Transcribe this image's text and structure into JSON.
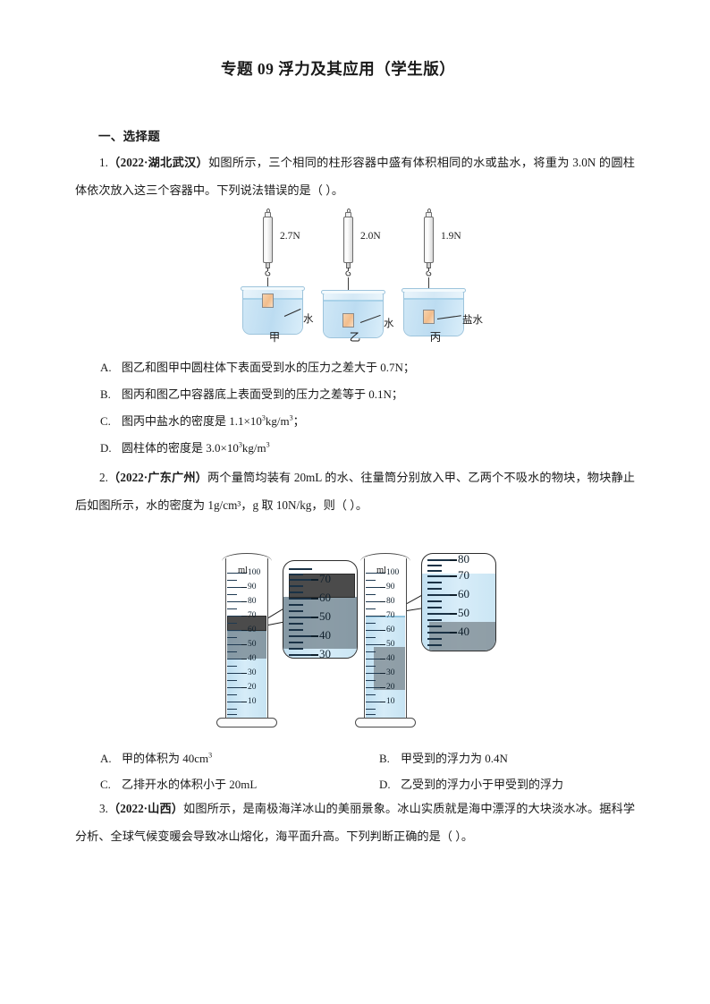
{
  "document": {
    "title": "专题 09   浮力及其应用（学生版）"
  },
  "sections": [
    {
      "heading": "一、选择题"
    }
  ],
  "questions": [
    {
      "number": "1",
      "source": "（2022·湖北武汉）",
      "prefix": "1.",
      "body": "如图所示，三个相同的柱形容器中盛有体积相同的水或盐水，将重为 3.0N 的圆柱体依次放入这三个容器中。下列说法错误的是（      ）。",
      "options": [
        {
          "label": "A.",
          "text_before": "图乙和图甲中圆柱体下表面受到水的压力之差大于 0.7N；",
          "sup": "",
          "text_after": ""
        },
        {
          "label": "B.",
          "text_before": "图丙和图乙中容器底上表面受到的压力之差等于 0.1N；",
          "sup": "",
          "text_after": ""
        },
        {
          "label": "C.",
          "text_before": "图丙中盐水的密度是 1.1×10",
          "sup": "3",
          "text_after": "kg/m",
          "sup2": "3",
          "tail": "；"
        },
        {
          "label": "D.",
          "text_before": "圆柱体的密度是 3.0×10",
          "sup": "3",
          "text_after": "kg/m",
          "sup2": "3",
          "tail": ""
        }
      ]
    },
    {
      "number": "2",
      "source": "（2022·广东广州）",
      "prefix": "2.",
      "body": "两个量筒均装有 20mL 的水、往量筒分别放入甲、乙两个不吸水的物块，物块静止后如图所示，水的密度为 1g/cm³，g 取 10N/kg，则（      ）。",
      "options": [
        {
          "label": "A.",
          "text": "甲的体积为 40cm",
          "sup": "3"
        },
        {
          "label": "B.",
          "text": "甲受到的浮力为 0.4N",
          "sup": ""
        },
        {
          "label": "C.",
          "text": "乙排开水的体积小于 20mL",
          "sup": ""
        },
        {
          "label": "D.",
          "text": "乙受到的浮力小于甲受到的浮力",
          "sup": ""
        }
      ]
    },
    {
      "number": "3",
      "source": "（2022·山西）",
      "prefix": "3.",
      "body": "如图所示，是南极海洋冰山的美丽景象。冰山实质就是海中漂浮的大块淡水冰。据科学分析、全球气候变暖会导致冰山熔化，海平面升高。下列判断正确的是（      ）。"
    }
  ],
  "figure_beakers": {
    "caption_items": [
      {
        "name": "甲",
        "reading": "2.7N",
        "liquid_label": "水",
        "block_depth": "shallow"
      },
      {
        "name": "乙",
        "reading": "2.0N",
        "liquid_label": "水",
        "block_depth": "deep"
      },
      {
        "name": "丙",
        "reading": "1.9N",
        "liquid_label": "盐水",
        "block_depth": "deep"
      }
    ]
  },
  "chart_data": {
    "type": "table",
    "title": "量筒读数（图2）",
    "unit_label": "ml",
    "axis_ticks": [
      10,
      20,
      30,
      40,
      50,
      60,
      70,
      80,
      90,
      100
    ],
    "cylinders": [
      {
        "name": "甲",
        "water_level_mL": 60,
        "object_top_mL": 70,
        "object_bottom_mL": 40,
        "object_state": "floating",
        "inset_ticks": [
          40,
          50,
          60,
          70
        ]
      },
      {
        "name": "乙",
        "water_level_mL": 70,
        "object_top_mL": 48,
        "object_bottom_mL": 18,
        "object_state": "submerged",
        "inset_ticks": [
          40,
          50,
          60,
          70
        ]
      }
    ]
  },
  "colors": {
    "water": "#cfe7f6",
    "block": "#f2bd8c",
    "glass_outline": "#9dc4dc",
    "ink": "#1a1a1a"
  }
}
